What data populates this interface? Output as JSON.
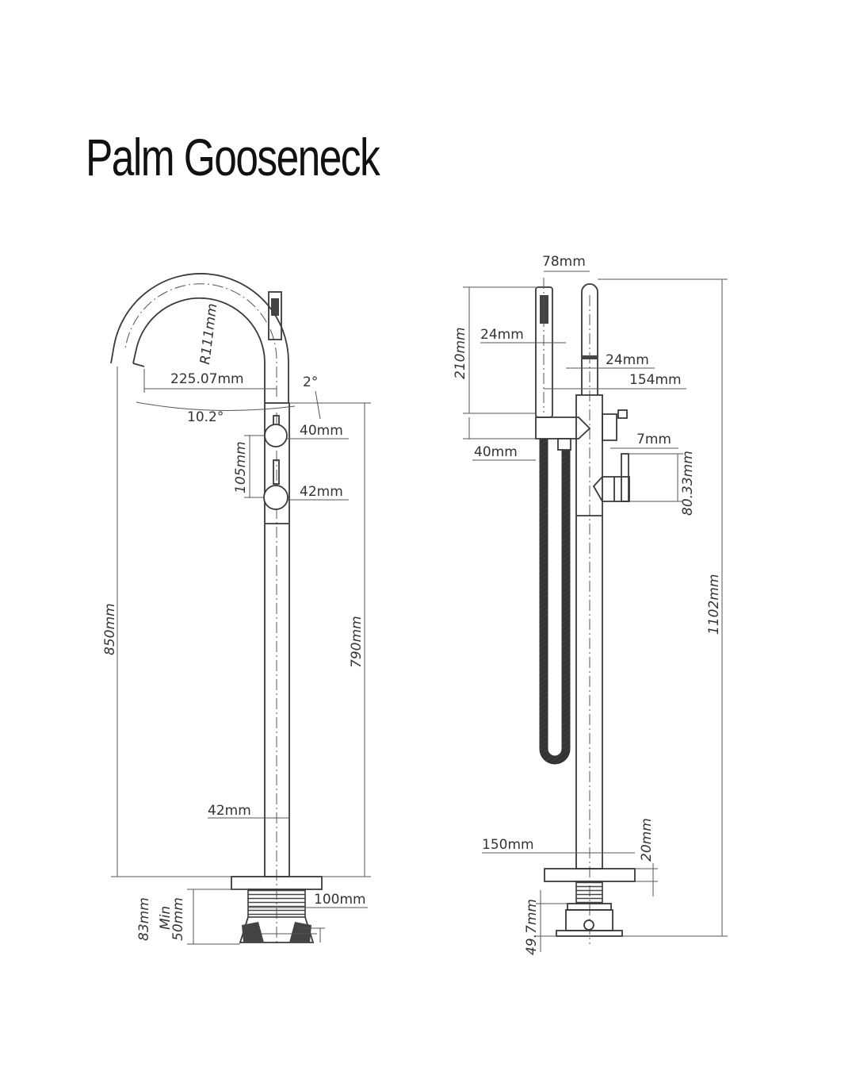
{
  "title": "Palm Gooseneck",
  "front_view": {
    "radius": "R111mm",
    "spout_reach": "225.07mm",
    "tilt_small": "2°",
    "tilt_spout": "10.2°",
    "handle1_dia": "40mm",
    "handle_spacing": "105mm",
    "handle2_dia": "42mm",
    "total_height": "850mm",
    "body_height": "790mm",
    "pipe_dia": "42mm",
    "base_dia": "100mm",
    "sub_depth": "83mm",
    "min_label": "Min",
    "min_depth": "50mm"
  },
  "side_view": {
    "spacing_top": "78mm",
    "handset_height": "210mm",
    "handset_dia": "24mm",
    "spout_dia": "24mm",
    "projection": "154mm",
    "holder_height": "40mm",
    "lever_width": "7mm",
    "lever_height": "80.33mm",
    "overall_height": "1102mm",
    "base_width": "150mm",
    "base_thickness": "20mm",
    "sub_height": "49.7mm"
  }
}
